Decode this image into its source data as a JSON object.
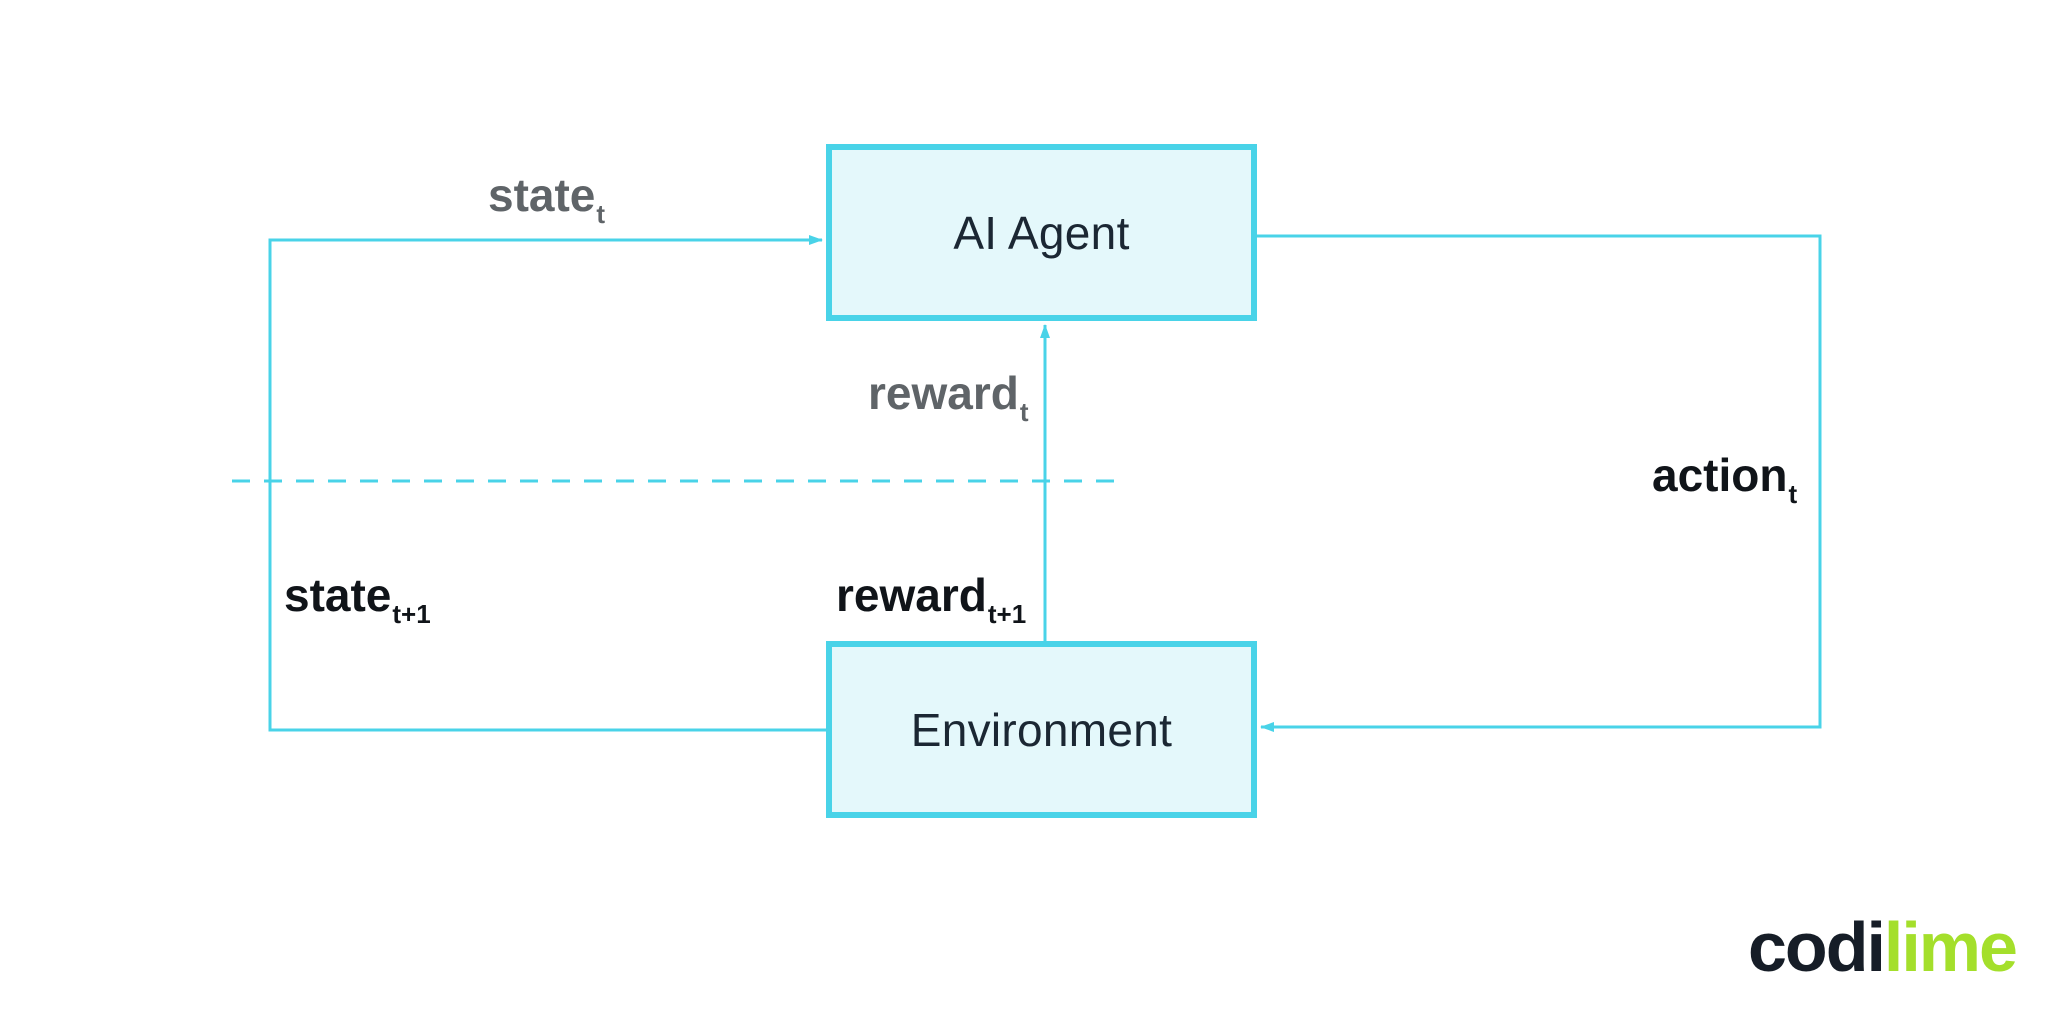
{
  "nodes": {
    "agent": "AI Agent",
    "environment": "Environment"
  },
  "labels": {
    "state_t": {
      "main": "state",
      "sub": "t"
    },
    "reward_t": {
      "main": "reward",
      "sub": "t"
    },
    "action_t": {
      "main": "action",
      "sub": "t"
    },
    "state_t1": {
      "main": "state",
      "sub": "t+1"
    },
    "reward_t1": {
      "main": "reward",
      "sub": "t+1"
    }
  },
  "logo": {
    "part1": "codi",
    "part2": "lime"
  },
  "colors": {
    "line": "#49d3e8",
    "box_fill": "#e4f8fb",
    "label_gray": "#5f6468",
    "label_dark": "#101419",
    "logo_dark": "#161d27",
    "logo_green": "#a4df2b"
  }
}
